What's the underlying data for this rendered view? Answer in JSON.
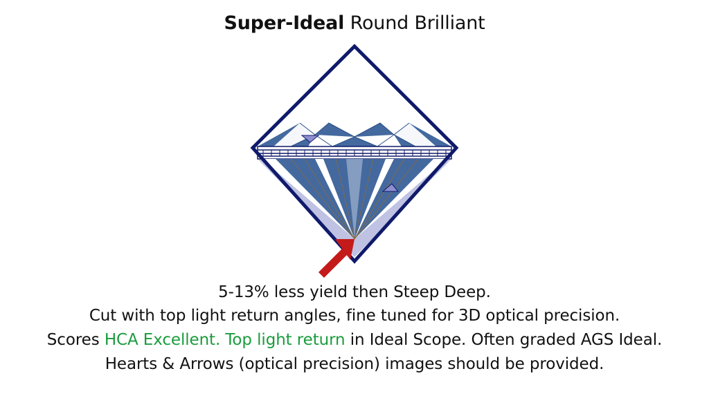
{
  "title": {
    "bold": "Super-Ideal",
    "rest": " Round Brilliant"
  },
  "captions": {
    "line1": "5-13% less yield then Steep Deep.",
    "line2": "Cut with top light return angles, fine tuned for 3D optical precision.",
    "line3_prefix": "Scores ",
    "line3_highlight": "HCA Excellent. Top light return",
    "line3_suffix": " in Ideal Scope. Often graded AGS Ideal.",
    "line4": "Hearts & Arrows (optical precision) images should be provided."
  },
  "colors": {
    "frame": "#101a6b",
    "diamond": "#44699f",
    "facet_light": "#ffffff",
    "pavilion_shadow": "#bfc2e2",
    "arrow": "#c41a1a",
    "highlight_text": "#1a9c3c"
  }
}
